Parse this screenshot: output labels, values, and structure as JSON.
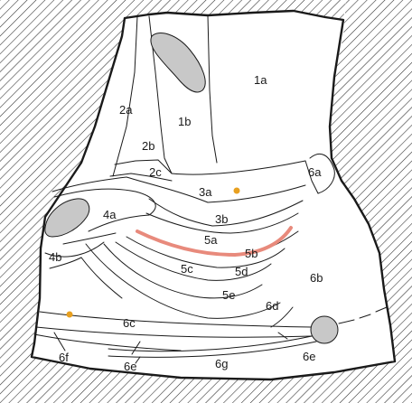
{
  "labels": {
    "l1a": "1a",
    "l1b": "1b",
    "l2a": "2a",
    "l2b": "2b",
    "l2c": "2c",
    "l3a": "3a",
    "l3b": "3b",
    "l4a": "4a",
    "l4b": "4b",
    "l5a": "5a",
    "l5b": "5b",
    "l5c": "5c",
    "l5d": "5d",
    "l5e": "5e",
    "l6a": "6a",
    "l6b": "6b",
    "l6c": "6c",
    "l6d": "6d",
    "l6e_left": "6e",
    "l6e_right": "6e",
    "l6f": "6f",
    "l6g": "6g"
  },
  "colors": {
    "background": "#ffffff",
    "outline": "#1a1a1a",
    "hatch": "#2a2a2a",
    "grey_shape": "#c8c8c8",
    "orange_dot": "#e8a020",
    "red_band": "#e88a7c"
  }
}
